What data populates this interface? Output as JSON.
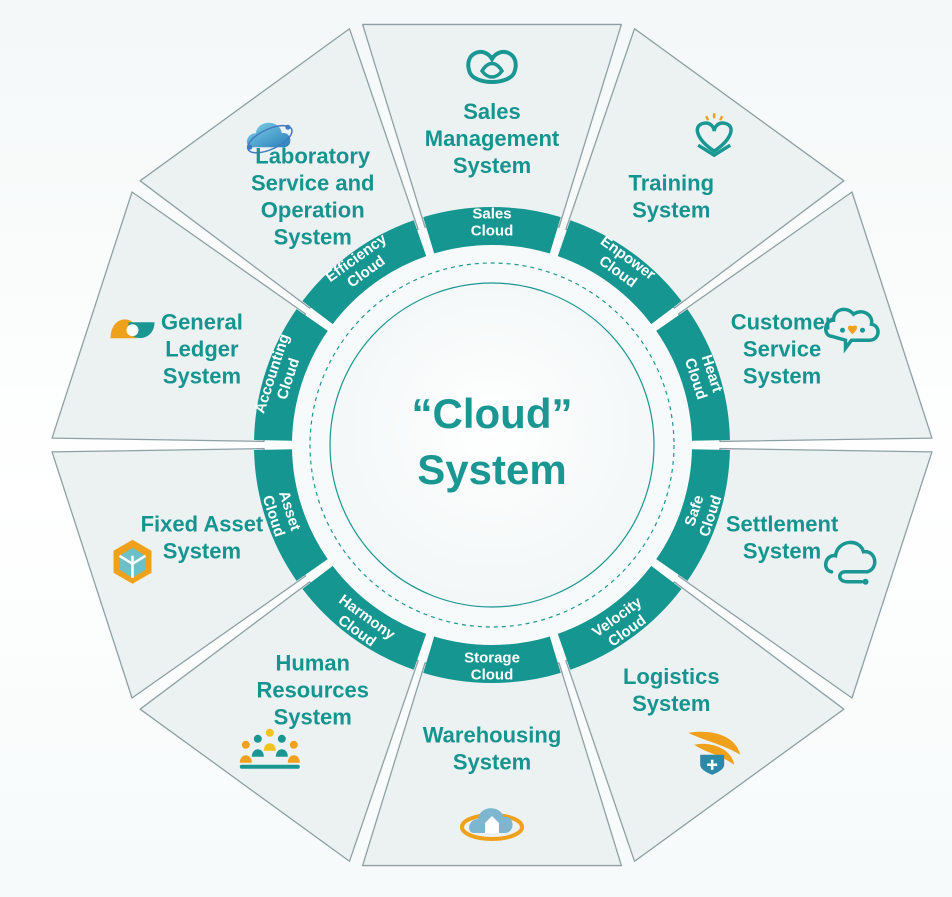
{
  "center": {
    "title": [
      "“Cloud”",
      "System"
    ]
  },
  "sectors": [
    {
      "system": [
        "Sales",
        "Management",
        "System"
      ],
      "cloud": [
        "Sales",
        "Cloud"
      ],
      "icon": "infinity-cloud-icon"
    },
    {
      "system": [
        "Training",
        "System"
      ],
      "cloud": [
        "Enpower",
        "Cloud"
      ],
      "icon": "heart-book-icon"
    },
    {
      "system": [
        "Customer",
        "Service",
        "System"
      ],
      "cloud": [
        "Heart",
        "Cloud"
      ],
      "icon": "chat-heart-cloud-icon"
    },
    {
      "system": [
        "Settlement",
        "System"
      ],
      "cloud": [
        "Safe",
        "Cloud"
      ],
      "icon": "cloud-outline-icon"
    },
    {
      "system": [
        "Logistics",
        "System"
      ],
      "cloud": [
        "Velocity",
        "Cloud"
      ],
      "icon": "speed-shield-icon"
    },
    {
      "system": [
        "Warehousing",
        "System"
      ],
      "cloud": [
        "Storage",
        "Cloud"
      ],
      "icon": "cloud-house-icon"
    },
    {
      "system": [
        "Human",
        "Resources",
        "System"
      ],
      "cloud": [
        "Harmony",
        "Cloud"
      ],
      "icon": "people-group-icon"
    },
    {
      "system": [
        "Fixed Asset",
        "System"
      ],
      "cloud": [
        "Asset",
        "Cloud"
      ],
      "icon": "hexagon-asset-icon"
    },
    {
      "system": [
        "General",
        "Ledger",
        "System"
      ],
      "cloud": [
        "Accounting",
        "Cloud"
      ],
      "icon": "ledger-link-icon"
    },
    {
      "system": [
        "Laboratory",
        "Service and",
        "Operation",
        "System"
      ],
      "cloud": [
        "Efficiency",
        "Cloud"
      ],
      "icon": "cloud-orbit-icon"
    }
  ],
  "colors": {
    "teal": "#1a9792",
    "band": "#169690",
    "sector_fill": "#ecf1f2",
    "sector_stroke": "#8ea0a4",
    "accent_orange": "#f0a11c"
  }
}
